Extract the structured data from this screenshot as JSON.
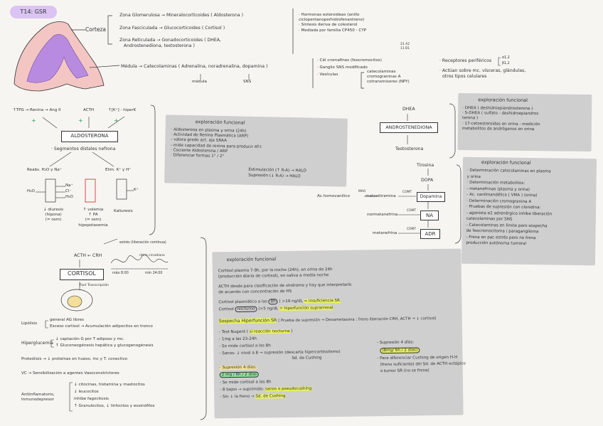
{
  "title": "T14: GSR",
  "gland": {
    "corteza": "Corteza",
    "zona_glom": "Zona Glomerulosa → Mineralocorticoides ( Aldosterona )",
    "zona_fasc": "Zona Fasciculada → Glucocorticoides ( Cortisol )",
    "zona_ret_1": "Zona Reticulada → Gonadocorticoides ( DHEA,",
    "zona_ret_2": "Androstenediona, testosterona )",
    "corteza_notes": [
      "· Hormonas esteroideas (anillo",
      "ciclopentanoperhidrofenantreno)",
      "· Síntesis deriva de colesterol",
      "· Mediada por familia  CP450 - CYP"
    ],
    "cyp_1": "21 A2",
    "cyp_2": "11 B1",
    "medula": "Médula → Catecolaminas ( Adrenalina, noradrenalina, dopamina )",
    "med_sub_1": "médula",
    "med_sub_2": "SNS",
    "med_notes": [
      "· Cél cromafines (feocromocitos)",
      "· Ganglio SNS modificado",
      "· Vesículas"
    ],
    "ves_items": [
      "catecolaminas",
      "cromograninas A",
      "cotransmisores (NPY)"
    ],
    "rec_1": "· Receptores periféricos",
    "rec_a": "α1,2",
    "rec_b": "β1,2",
    "rec_2": "· Actúan sobre mc, vísceras, glándulas,",
    "rec_3": "otros tipos celulares"
  },
  "aldo": {
    "top_1": "↑TPG → Renina → Ang II",
    "top_2": "ACTH",
    "top_3": "↑[K⁺] - hiperK",
    "box": "ALDOSTERONA",
    "segments": "· Segmentos distales nefrona",
    "left_lbl": "Reabs. H₂O y Na⁺",
    "right_lbl": "Elim. K⁺ y H⁺",
    "h2o": "H₂O",
    "ion_1": "Na⁺",
    "ion_2": "Cl⁻",
    "ion_3": "H₂O",
    "kplus": "K⁺",
    "cap_1": "↓ diuresis",
    "cap_1b": "(hipona)",
    "cap_1c": "(= osm)",
    "cap_2": "↑ volemia",
    "cap_2b": "↑ PA",
    "cap_2c": "(= osm)",
    "cap_2d": "hipopotasemia",
    "cap_3": "Kaliuresis"
  },
  "expl_aldo": {
    "title": "exploración funcional",
    "lines": [
      "· Aldosterona en plasma y orina (24h)",
      "· Actividad de Renina Plasmática (ARP)",
      "  - valora grado act. eje SRAA",
      "  - mide capacidad de renina para producir AT-I",
      "· Cociente Aldosterona / ARP",
      "· Diferenciar formas 1° / 2°"
    ],
    "est": "Estimulación (↑ R-A) → HALO",
    "sup": "Supresión (↓ R-A) → HALO"
  },
  "cortisol": {
    "acth": "ACTH ← CRH",
    "estres": "estrés (liberación continua)",
    "ritmo": "ritmo circadiano",
    "ritmo_1": "máx 8:00",
    "ritmo_2": "mín 24:00",
    "box": "CORTISOL",
    "cell": "Fact Transcripción",
    "lipolisis": "Lipólisis",
    "lip_1": "general AG libres",
    "lip_2": "Exceso cortisol → Acumulación adipocitos en tronco",
    "hiper": "Hiperglucemia",
    "hiper_1": "↓ captación G por T adiposo y mc.",
    "hiper_2": "↑ Gluconeogénesis hepática y glucogenogénesis",
    "prot": "Proteólisis → ↓ proteínas en hueso, mc y T. conectivo",
    "vc": "VC → Sensibilización a agentes Vasoconstrictores",
    "anti": "Antiinflamatorio,",
    "inmuno": "Inmunodepresor",
    "anti_1": "↓ citocinas, histamina y mastocitos",
    "anti_2": "↓ leucocitos",
    "anti_3": "inhibe fagocitosis",
    "anti_4": "↑ Granulocitos, ↓ linfocitos y eosinófilos"
  },
  "expl_cort": {
    "title": "exploración funcional",
    "l1": "Cortisol plasma 7-9h, por la noche (24h), en orina de 24h",
    "l2": "(producción diaria de cortisol), en saliva a media noche",
    "l3": "ACTH desde para clasificación de síndrome y hay que interpretarlo",
    "l4": "de acuerdo con concentración de HS",
    "l5a": "Cortisol plasmático a las",
    "l5b": "8h",
    "l5c": "(",
    "l5d": ">19 ng/dL",
    "l5e": "= insuficiencia SR",
    "l6a": "Cortisol",
    "l6b": "nocturno",
    "l6c": "(>5 ng/dL",
    "l6d": "= hiperfunción suprarrenal",
    "sosp": "Sospecha Hiperfunción SR",
    "sosp_2": "( Prueba de supresión → Dexametasona : freno liberación CRH, ACTH → ↓ cortisol)",
    "ts1": "- Test Nugent ( ",
    "ts1b": "sí reacción nocturna",
    "ts1c": " )",
    "ts2": "- 1mg a las 23-24h",
    "ts3": "- Se mide cortisol a las 8h",
    "ts4": "- Sanos: ↓ nivel a 8 → supresión (descarta hipercortisolismo)",
    "ts4b": "Sd. de Cushing",
    "sup_t": "- Supresión 4 días:",
    "sup_1": "2 mg / 6h / 2 días",
    "sup_2": "- Se mide cortisol a las 8h",
    "sup_3": "- 8 bajos → suprimido:",
    "sup_3b": "sanos o pseudocushing",
    "sup_4": "- Sin ↓ la freno →",
    "sup_4b": "Sd. de Cushing",
    "sup2_t": "- Supresión 4 días:",
    "sup2_1": "(8mg/ 6h / 2 días)",
    "sup2_2": "- Para diferenciar Cushing de origen H-H",
    "sup2_3": "(freno suficiente) del Sd. de ACTH ectópico",
    "sup2_4": "o tumor SR (no se frena)"
  },
  "andro": {
    "dhea": "DHEA",
    "box": "ANDROSTENEDIONA",
    "testo": "Testosterona"
  },
  "expl_andro": {
    "title": "exploración funcional",
    "lines": [
      "· DHEA ( deshidroepiandrosterona )",
      "· S-DHEA ( sulfato - deshidroepiandros",
      "  terona )",
      "· 17-cetoesteroides en orina : medición",
      "  metabolitos de andrógenos en orina"
    ]
  },
  "cat": {
    "tiro": "Tirosina",
    "dopa": "DOPA",
    "dopamina": "Dopamina",
    "na": "NA",
    "adr": "ADR",
    "acido": "Ac.homovanílico",
    "mao1": "MAO",
    "metoxi": "metoxitiramina",
    "comt1": "COMT",
    "normet": "normetanefrina",
    "comt2": "COMT",
    "met": "metanefrina",
    "comt3": "COMT"
  },
  "expl_cat": {
    "title": "exploración funcional",
    "lines": [
      "· Determinación catecolaminas en plasma",
      "  y orina",
      "· Determinación metabolitos:",
      "  - metanefrinas (plasma y orina)",
      "  - Ac. vanilmandélico ( VMA ) (orina)",
      "· Determinación cromogranina A",
      "· Pruebas de supresión con clonidina:",
      "  - agonista α2 adrenérgico inhibe liberación",
      "    catecolaminas por SNS",
      "  - Catecolaminas en límite pero sospecha",
      "    de feocromocitoma / paraganglioma",
      "  - Frena en pac estrés pero no frena",
      "    producción autónoma tumoral"
    ]
  },
  "colors": {
    "pill": "#dbc4f3",
    "note": "#cfcfcf",
    "yellow": "#e8f060",
    "green": "#8fe39a",
    "gland_out": "#f3c6c4",
    "gland_in": "#a47bd8"
  }
}
